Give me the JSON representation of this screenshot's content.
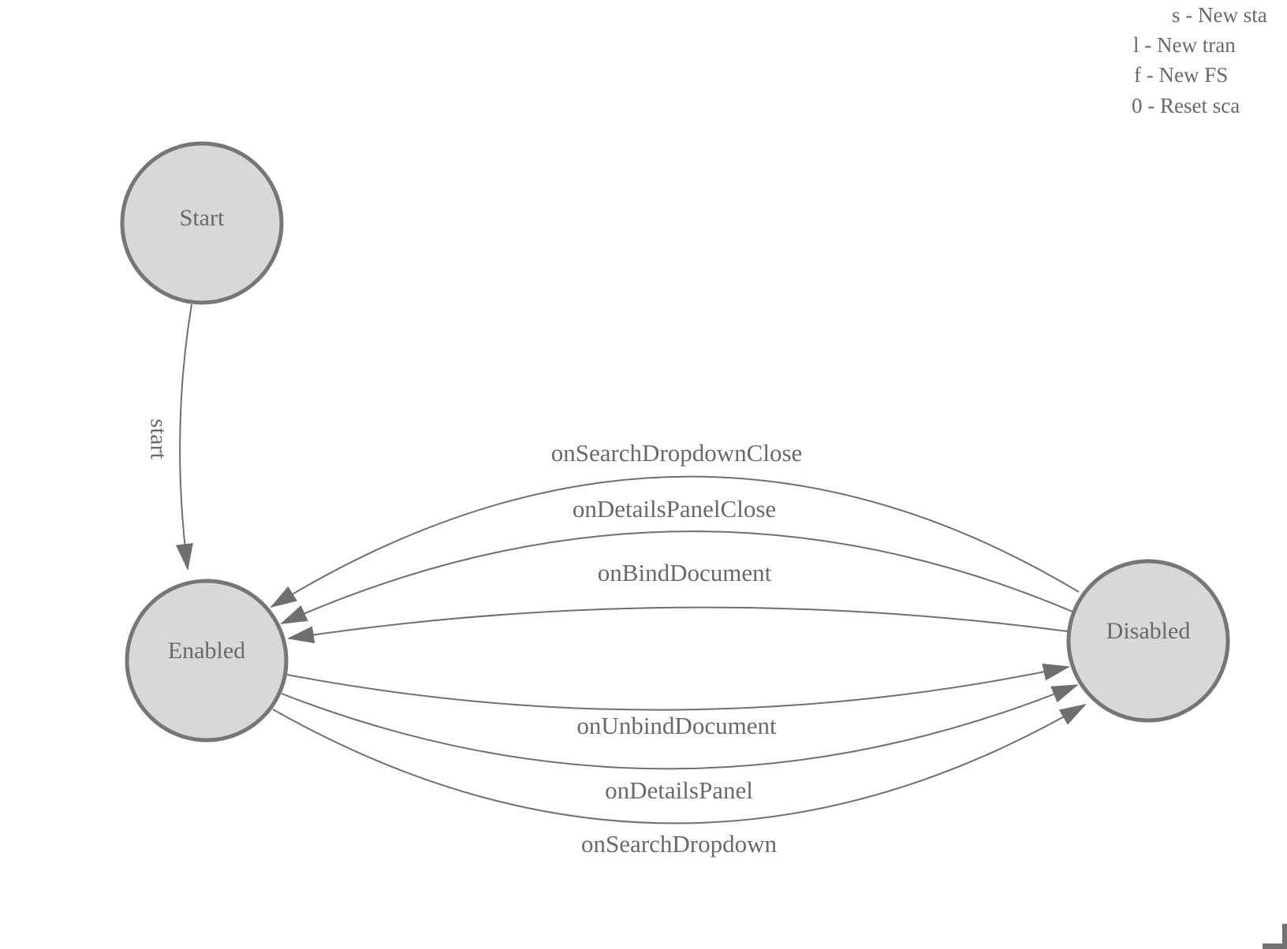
{
  "diagram": {
    "nodes": [
      {
        "id": "start",
        "label": "Start"
      },
      {
        "id": "enabled",
        "label": "Enabled"
      },
      {
        "id": "disabled",
        "label": "Disabled"
      }
    ],
    "transitions": [
      {
        "label": "start",
        "from": "Start",
        "to": "Enabled"
      },
      {
        "label": "onSearchDropdownClose",
        "from": "Disabled",
        "to": "Enabled"
      },
      {
        "label": "onDetailsPanelClose",
        "from": "Disabled",
        "to": "Enabled"
      },
      {
        "label": "onBindDocument",
        "from": "Disabled",
        "to": "Enabled"
      },
      {
        "label": "onUnbindDocument",
        "from": "Enabled",
        "to": "Disabled"
      },
      {
        "label": "onDetailsPanel",
        "from": "Enabled",
        "to": "Disabled"
      },
      {
        "label": "onSearchDropdown",
        "from": "Enabled",
        "to": "Disabled"
      }
    ]
  },
  "legend": {
    "lines": [
      "s - New sta",
      "l - New tran",
      "f - New FS",
      "0 - Reset sca"
    ]
  },
  "colors": {
    "background": "#ffffff",
    "node_fill": "#d8d8d8",
    "node_stroke": "#767676",
    "edge_stroke": "#6f6f6f",
    "text": "#696969"
  }
}
